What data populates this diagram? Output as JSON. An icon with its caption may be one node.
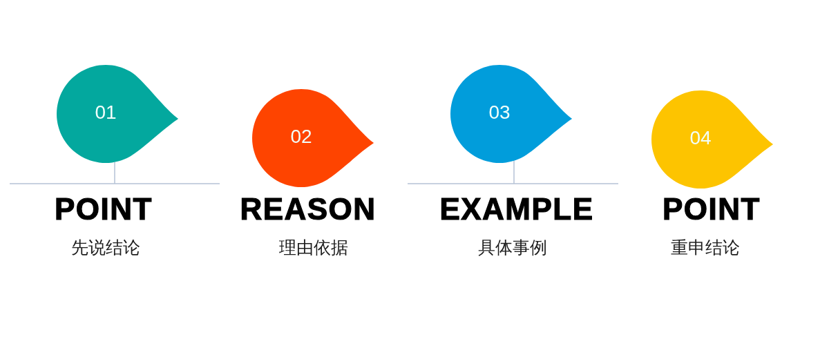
{
  "diagram": {
    "nodes": [
      {
        "text": [
          "01"
        ],
        "beside": [
          "POINT",
          "先说结论"
        ]
      },
      {
        "text": [
          "02"
        ],
        "beside": [
          "REASON",
          "理由依据"
        ]
      },
      {
        "text": [
          "03"
        ],
        "beside": [
          "EXAMPLE",
          "具体事例"
        ]
      },
      {
        "text": [
          "04"
        ],
        "beside": [
          "POINT",
          "重申结论"
        ]
      }
    ]
  }
}
